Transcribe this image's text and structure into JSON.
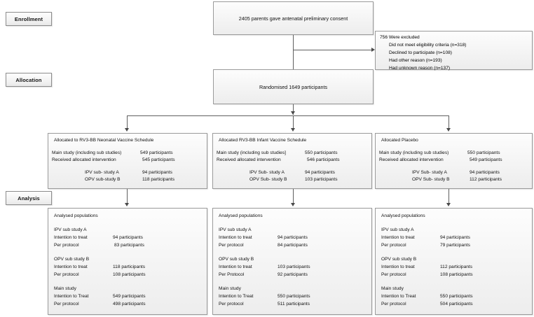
{
  "figure": {
    "type": "consort-flow-diagram",
    "title": "CONSORT participant flow diagram"
  },
  "stages": [
    {
      "key": "enrollment",
      "label": "Enrollment"
    },
    {
      "key": "allocation",
      "label": "Allocation"
    },
    {
      "key": "analysis",
      "label": "Analysis"
    }
  ],
  "enrollment": {
    "consent_text": "2405 parents gave antenatal preliminary consent",
    "excluded": {
      "title": "756 Were excluded",
      "reasons": [
        "Did not meet eligibility criteria (n=318)",
        "Declined to participate (n=108)",
        "Had other reason (n=193)",
        "Had unknown reason (n=137)"
      ]
    },
    "randomised_text": "Randomised 1649 participants"
  },
  "allocation_boxes": [
    {
      "key": "neonatal",
      "heading": "Allocated to RV3-BB Neonatal Vaccine Schedule",
      "main_rows": [
        {
          "label": "Main study (including sub studies)",
          "value": "549 participants"
        },
        {
          "label": "Received allocated intervention",
          "value": "545 participants"
        }
      ],
      "sub_rows": [
        {
          "label": "IPV sub- study A",
          "value": "94 participants"
        },
        {
          "label": "OPV sub-study B",
          "value": "118 participants"
        }
      ]
    },
    {
      "key": "infant",
      "heading": "Allocated RV3-BB Infant Vaccine Schedule",
      "main_rows": [
        {
          "label": "Main study (including sub studies]",
          "value": "550 participants"
        },
        {
          "label": "Received allocated intervention",
          "value": "546 participants"
        }
      ],
      "sub_rows": [
        {
          "label": "IPV Sub- study A",
          "value": "94 participants"
        },
        {
          "label": "OPV Sub- study B",
          "value": "103 participants"
        }
      ]
    },
    {
      "key": "placebo",
      "heading": "Allocated Placebo",
      "main_rows": [
        {
          "label": "Main study (including sub studies)",
          "value": "550 participants"
        },
        {
          "label": "Received allocated intervention",
          "value": "549 participants"
        }
      ],
      "sub_rows": [
        {
          "label": "IPV Sub- study A",
          "value": "94 participants"
        },
        {
          "label": "OPV Sub- study B",
          "value": "112 participants"
        }
      ]
    }
  ],
  "analysis_boxes": [
    {
      "key": "neonatal",
      "heading": "Analysed populations",
      "groups": [
        {
          "name": "IPV sub study A",
          "rows": [
            {
              "label": "Intention to treat",
              "value": "94 participants"
            },
            {
              "label": "Per protocol",
              "value": "83 participants"
            }
          ]
        },
        {
          "name": "OPV sub study B",
          "rows": [
            {
              "label": "Intention to treat",
              "value": "118 participants"
            },
            {
              "label": "Per protocol",
              "value": "108 participants"
            }
          ]
        },
        {
          "name": "Main study",
          "rows": [
            {
              "label": "Intention to Treat",
              "value": "549 participants"
            },
            {
              "label": "Per protocol",
              "value": "498 participants"
            }
          ]
        }
      ]
    },
    {
      "key": "infant",
      "heading": "Analysed populations",
      "groups": [
        {
          "name": "IPV sub study A",
          "rows": [
            {
              "label": "Intention to treat",
              "value": "94 participants"
            },
            {
              "label": "Per protocol",
              "value": "84 participants"
            }
          ]
        },
        {
          "name": "OPV sub study B",
          "rows": [
            {
              "label": "Intention to treat",
              "value": "103 participants"
            },
            {
              "label": "Per Protocol",
              "value": "92 participants"
            }
          ]
        },
        {
          "name": "Main study",
          "rows": [
            {
              "label": "Intention to Treat",
              "value": "550 participants"
            },
            {
              "label": "Per protocol",
              "value": "511 participants"
            }
          ]
        }
      ]
    },
    {
      "key": "placebo",
      "heading": "Analysed populations",
      "groups": [
        {
          "name": "IPV sub study A",
          "rows": [
            {
              "label": "Intention to treat",
              "value": "94 participants"
            },
            {
              "label": "Per protocol",
              "value": "79 participants"
            }
          ]
        },
        {
          "name": "OPV sub study B",
          "rows": [
            {
              "label": "Intention to treat",
              "value": "112 participants"
            },
            {
              "label": "Per protocol",
              "value": "108 participants"
            }
          ]
        },
        {
          "name": "Main study",
          "rows": [
            {
              "label": "Intention to Treat",
              "value": "550 participants"
            },
            {
              "label": "Per protocol",
              "value": "504 participants"
            }
          ]
        }
      ]
    }
  ],
  "colors": {
    "box_border": "#9a9a9a",
    "box_fill": "#f4f4f4",
    "connector": "#5f5f5f",
    "text": "#111111"
  }
}
